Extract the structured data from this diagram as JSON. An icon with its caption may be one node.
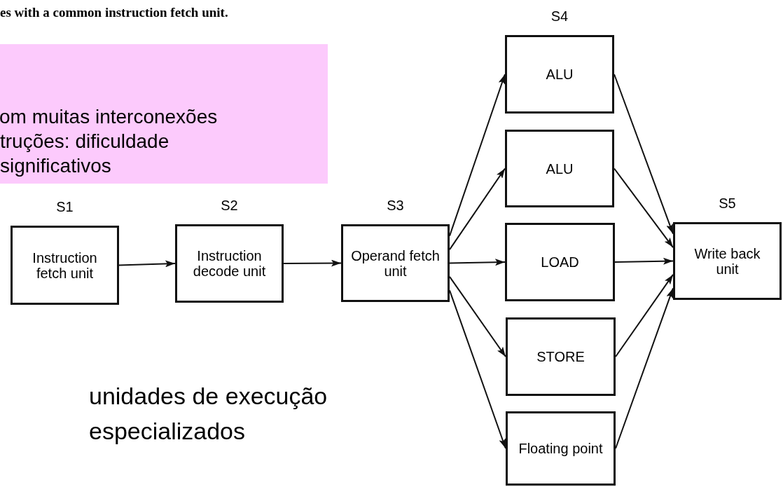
{
  "diagram": {
    "nodes": [
      {
        "text": [
          "om muitas interconexões truções: dificuldade significativos"
        ]
      },
      {
        "text": [
          "Instruction fetch unit"
        ],
        "beside": [
          "S1"
        ]
      },
      {
        "text": [
          "Instruction decode unit"
        ],
        "beside": [
          "S2"
        ]
      },
      {
        "text": [
          "Operand fetch unit"
        ],
        "beside": [
          "S3"
        ]
      },
      {
        "text": [
          "ALU"
        ],
        "beside": [
          "S4"
        ]
      },
      {
        "text": [
          "ALU"
        ]
      },
      {
        "text": [
          "LOAD"
        ]
      },
      {
        "text": [
          "STORE"
        ]
      },
      {
        "text": [
          "Floating point"
        ]
      },
      {
        "text": [
          "Write back unit"
        ],
        "beside": [
          "S5"
        ]
      }
    ],
    "edges": [
      {
        "from": 1,
        "to": 2,
        "arrow": "to"
      },
      {
        "from": 2,
        "to": 3,
        "arrow": "to"
      },
      {
        "from": 3,
        "to": 4,
        "arrow": "to"
      },
      {
        "from": 3,
        "to": 5,
        "arrow": "to"
      },
      {
        "from": 3,
        "to": 6,
        "arrow": "to"
      },
      {
        "from": 3,
        "to": 7,
        "arrow": "to"
      },
      {
        "from": 3,
        "to": 8,
        "arrow": "to"
      },
      {
        "from": 4,
        "to": 9,
        "arrow": "to"
      },
      {
        "from": 5,
        "to": 9,
        "arrow": "to"
      },
      {
        "from": 6,
        "to": 9,
        "arrow": "to"
      },
      {
        "from": 7,
        "to": 9,
        "arrow": "to"
      },
      {
        "from": 8,
        "to": 9,
        "arrow": "to"
      }
    ],
    "labels": [
      "es with a common instruction fetch unit.",
      "unidades de execução especializados"
    ]
  }
}
